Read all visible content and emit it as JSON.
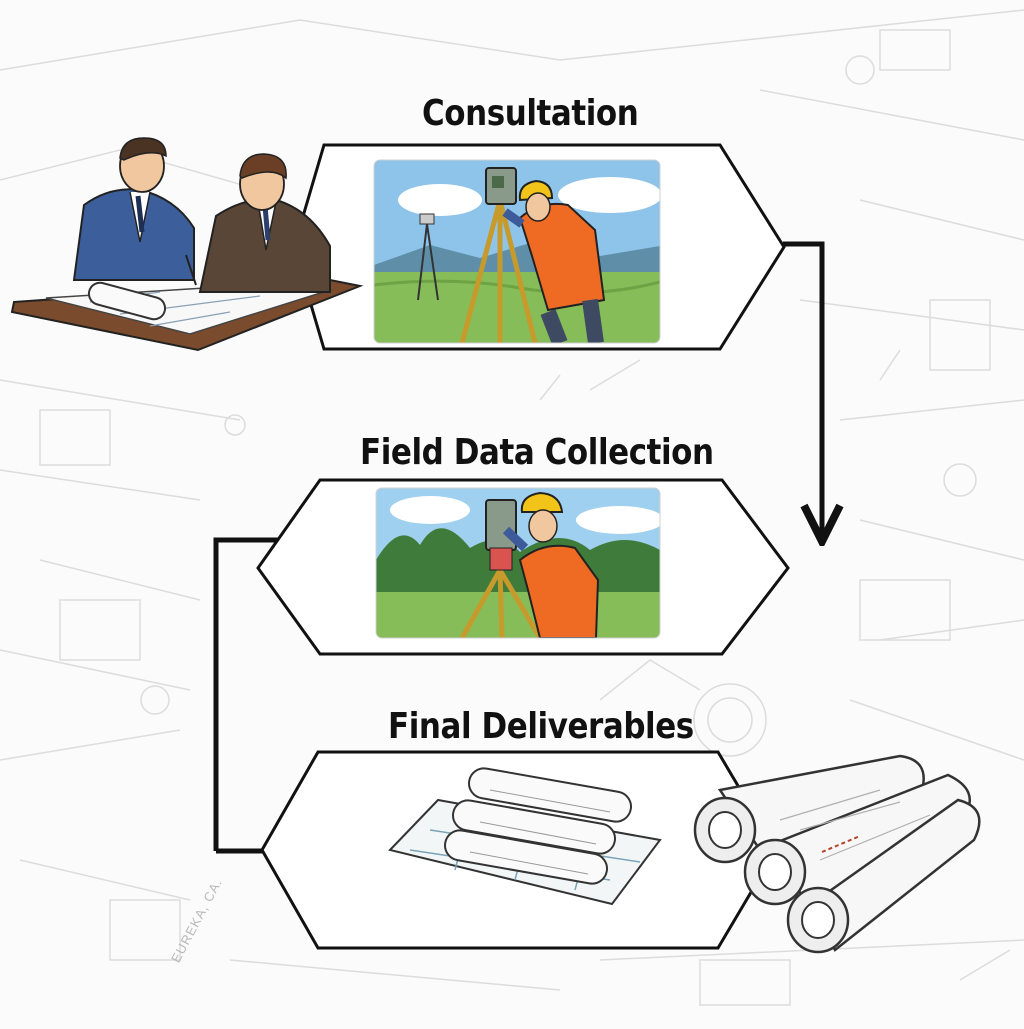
{
  "steps": [
    {
      "title": "Consultation"
    },
    {
      "title": "Field Data Collection"
    },
    {
      "title": "Final Deliverables"
    }
  ],
  "watermark": "EUREKA, CA.",
  "colors": {
    "outline": "#111111",
    "panel_fill": "#ffffff",
    "sky": "#8fc4ea",
    "grass": "#86bd58",
    "vest": "#ef6a22",
    "hardhat": "#f2c419",
    "suit_blue": "#3c5f9c",
    "suit_brown": "#5a4636",
    "blueprint_lines": "#d7d7d7"
  }
}
